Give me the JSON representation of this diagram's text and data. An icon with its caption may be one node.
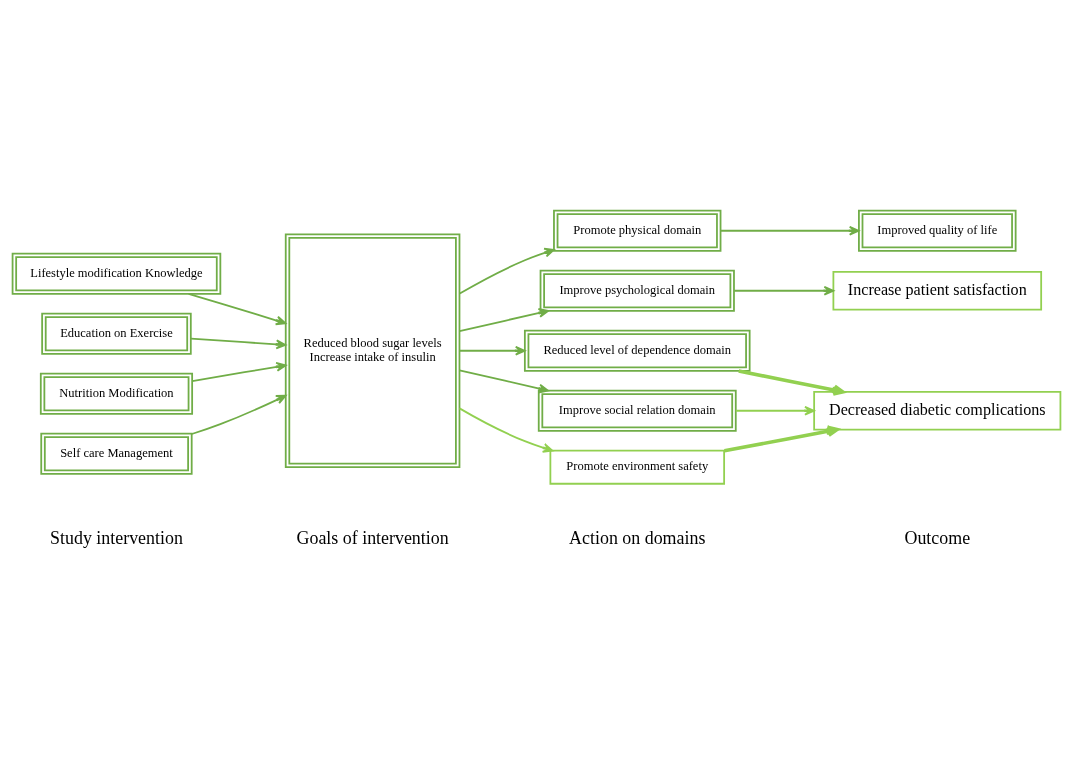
{
  "diagram": {
    "nodes": [
      {
        "text": [
          "Lifestyle modification Knowledge"
        ]
      },
      {
        "text": [
          "Education on Exercise"
        ]
      },
      {
        "text": [
          "Nutrition Modification"
        ]
      },
      {
        "text": [
          "Self care Management"
        ]
      },
      {
        "text": [
          "Reduced blood sugar levels",
          "Increase intake of insulin"
        ]
      },
      {
        "text": [
          "Promote physical domain"
        ]
      },
      {
        "text": [
          "Improve psychological domain"
        ]
      },
      {
        "text": [
          "Reduced level of dependence domain"
        ]
      },
      {
        "text": [
          "Improve social relation domain"
        ]
      },
      {
        "text": [
          "Promote environment safety"
        ]
      },
      {
        "text": [
          "Improved quality of life"
        ]
      },
      {
        "text": [
          "Increase patient satisfaction"
        ]
      },
      {
        "text": [
          "Decreased diabetic complications"
        ]
      }
    ],
    "edges": [
      {
        "from": 0,
        "to": 4,
        "arrow": "to"
      },
      {
        "from": 1,
        "to": 4,
        "arrow": "to"
      },
      {
        "from": 2,
        "to": 4,
        "arrow": "to"
      },
      {
        "from": 3,
        "to": 4,
        "arrow": "to"
      },
      {
        "from": 4,
        "to": 5,
        "arrow": "to"
      },
      {
        "from": 4,
        "to": 6,
        "arrow": "to"
      },
      {
        "from": 4,
        "to": 7,
        "arrow": "to"
      },
      {
        "from": 4,
        "to": 8,
        "arrow": "to"
      },
      {
        "from": 4,
        "to": 9,
        "arrow": "to",
        "color": "#92d050"
      },
      {
        "from": 5,
        "to": 10,
        "arrow": "to"
      },
      {
        "from": 6,
        "to": 11,
        "arrow": "to"
      },
      {
        "from": 7,
        "to": 12,
        "arrow": "to",
        "style": "thick",
        "color": "#92d050"
      },
      {
        "from": 8,
        "to": 12,
        "arrow": "to",
        "color": "#92d050"
      },
      {
        "from": 9,
        "to": 12,
        "arrow": "to",
        "style": "thick",
        "color": "#92d050"
      }
    ],
    "labels": [
      "Study intervention",
      "Goals of intervention",
      "Action on domains",
      "Outcome"
    ]
  }
}
